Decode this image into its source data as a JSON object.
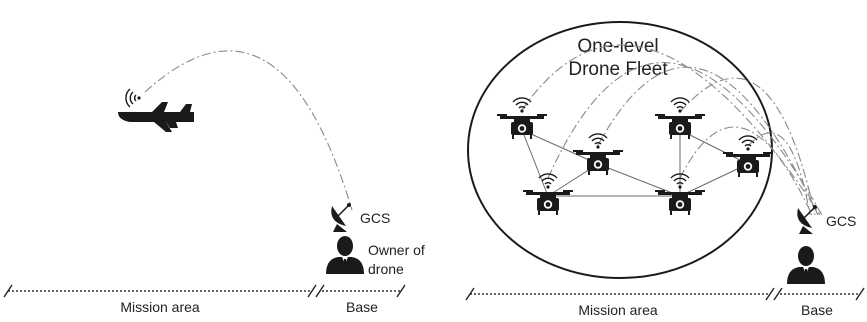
{
  "left": {
    "gcs_label": "GCS",
    "owner_label": "Owner of drone",
    "owner_line1": "Owner of",
    "owner_line2": "drone",
    "mission_label": "Mission area",
    "base_label": "Base"
  },
  "right": {
    "fleet_title_line1": "One-level",
    "fleet_title_line2": "Drone Fleet",
    "gcs_label": "GCS",
    "mission_label": "Mission area",
    "base_label": "Base"
  },
  "icons": {
    "drone": "quadcopter-camera-icon",
    "plane": "fixed-wing-drone-icon",
    "gcs": "satellite-dish-icon",
    "person": "person-icon",
    "signal": "wifi-signal-icon"
  },
  "colors": {
    "icon": "#1a1a1a",
    "arc": "#8a8a8a",
    "text": "#222222"
  }
}
